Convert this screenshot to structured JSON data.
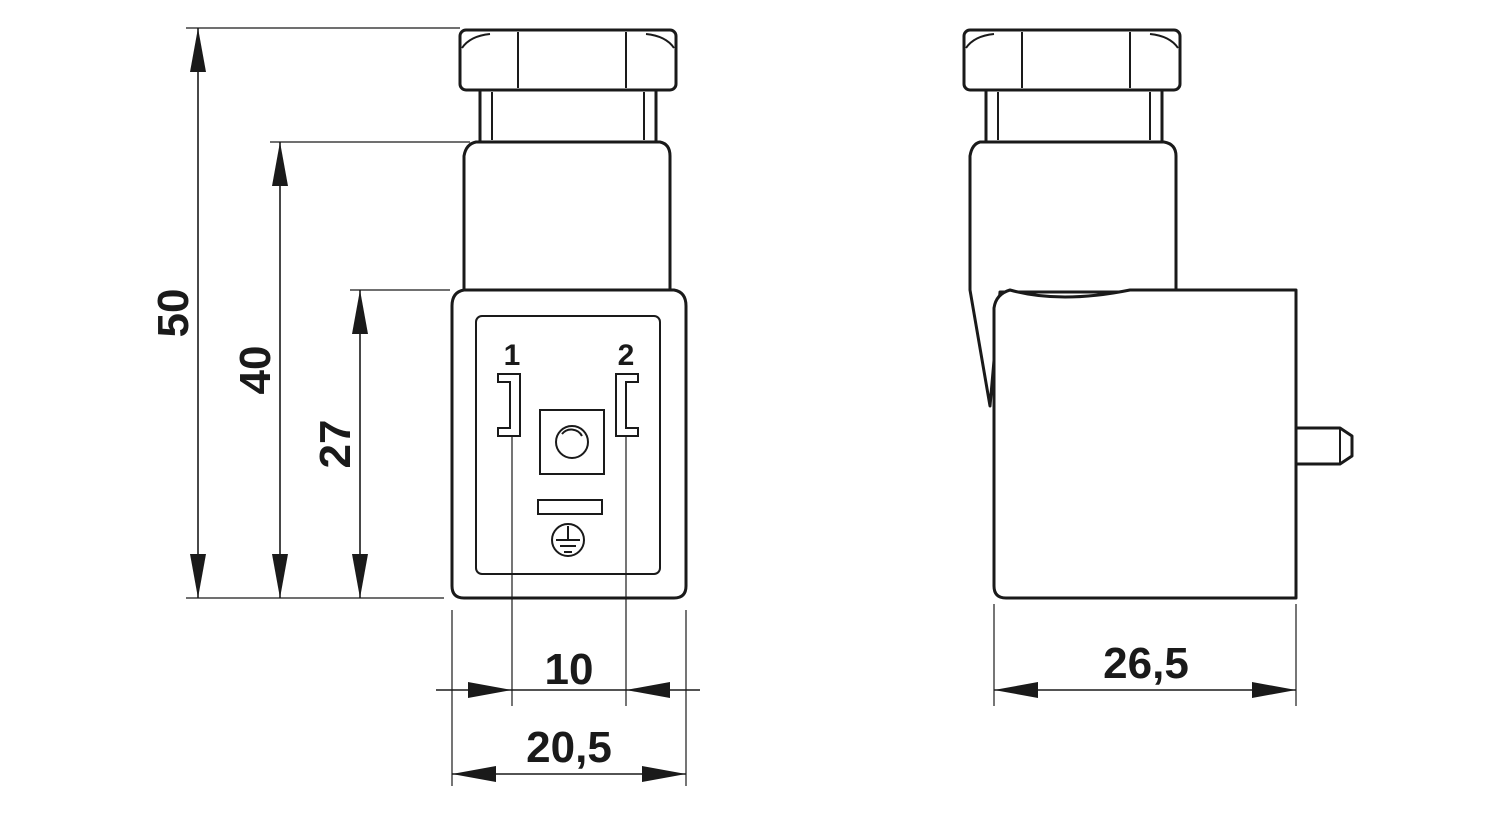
{
  "dimensions": {
    "height_total": "50",
    "height_body": "40",
    "height_housing": "27",
    "pin_spacing": "10",
    "width_front": "20,5",
    "width_side": "26,5"
  },
  "pins": {
    "pin1": "1",
    "pin2": "2"
  },
  "icons": {
    "ground": "ground-symbol-icon",
    "center": "center-contact-icon"
  }
}
